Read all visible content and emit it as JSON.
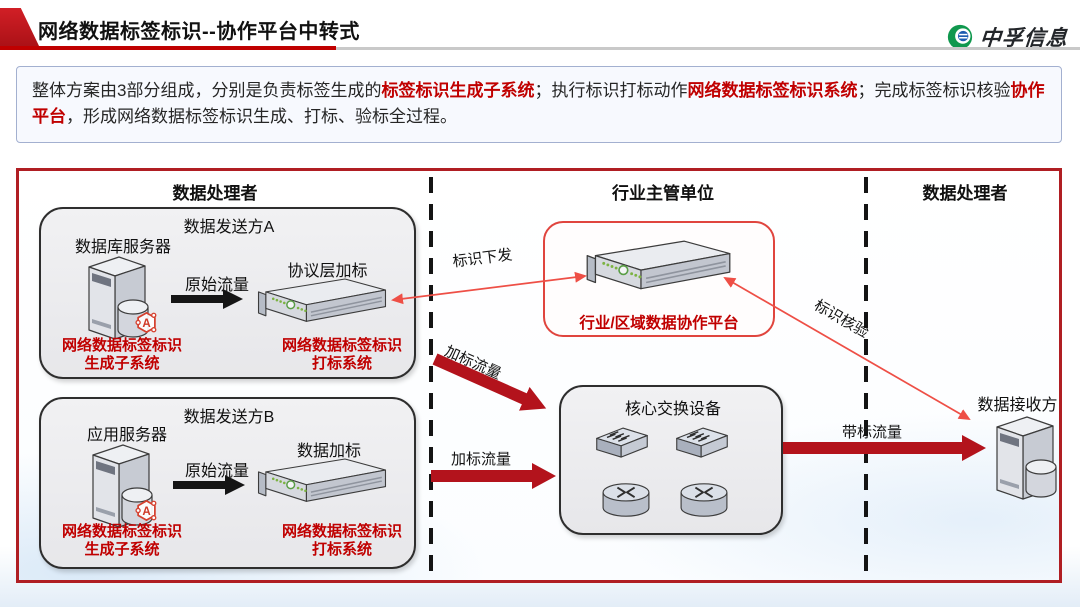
{
  "header": {
    "title": "网络数据标签标识--协作平台中转式",
    "brand": "中孚信息"
  },
  "description": {
    "segments": [
      {
        "text": "整体方案由3部分组成，分别是负责标签生成的",
        "em": false
      },
      {
        "text": "标签标识生成子系统",
        "em": true
      },
      {
        "text": "；执行标识打标动作",
        "em": false
      },
      {
        "text": "网络数据标签标识系统",
        "em": true
      },
      {
        "text": "；完成标签标识核验",
        "em": false
      },
      {
        "text": "协作平台",
        "em": true
      },
      {
        "text": "，形成网络数据标签标识生成、打标、验标全过程。",
        "em": false
      }
    ]
  },
  "panel": {
    "sections": [
      {
        "label": "数据处理者"
      },
      {
        "label": "行业主管单位"
      },
      {
        "label": "数据处理者"
      }
    ],
    "sender_a": {
      "title": "数据发送方A",
      "source_label": "数据库服务器",
      "badge": "A",
      "flow_label": "原始流量",
      "device_label": "协议层加标",
      "gen_line1": "网络数据标签标识",
      "gen_line2": "生成子系统",
      "tag_line1": "网络数据标签标识",
      "tag_line2": "打标系统"
    },
    "sender_b": {
      "title": "数据发送方B",
      "source_label": "应用服务器",
      "badge": "A",
      "flow_label": "原始流量",
      "device_label": "数据加标",
      "gen_line1": "网络数据标签标识",
      "gen_line2": "生成子系统",
      "tag_line1": "网络数据标签标识",
      "tag_line2": "打标系统"
    },
    "platform": {
      "label": "行业/区域数据协作平台"
    },
    "core_switch": {
      "title": "核心交换设备"
    },
    "receiver": {
      "label": "数据接收方"
    },
    "flows": {
      "issue": "标识下发",
      "tagged_a": "加标流量",
      "tagged_b": "加标流量",
      "labeled": "带标流量",
      "verify": "标识核验"
    }
  },
  "colors": {
    "accent_red": "#c00000",
    "arrow_red_thick": "#b3131c",
    "arrow_red_thin": "#ee4f46",
    "brand_green": "#10984e",
    "brand_blue": "#1d5cb0"
  }
}
